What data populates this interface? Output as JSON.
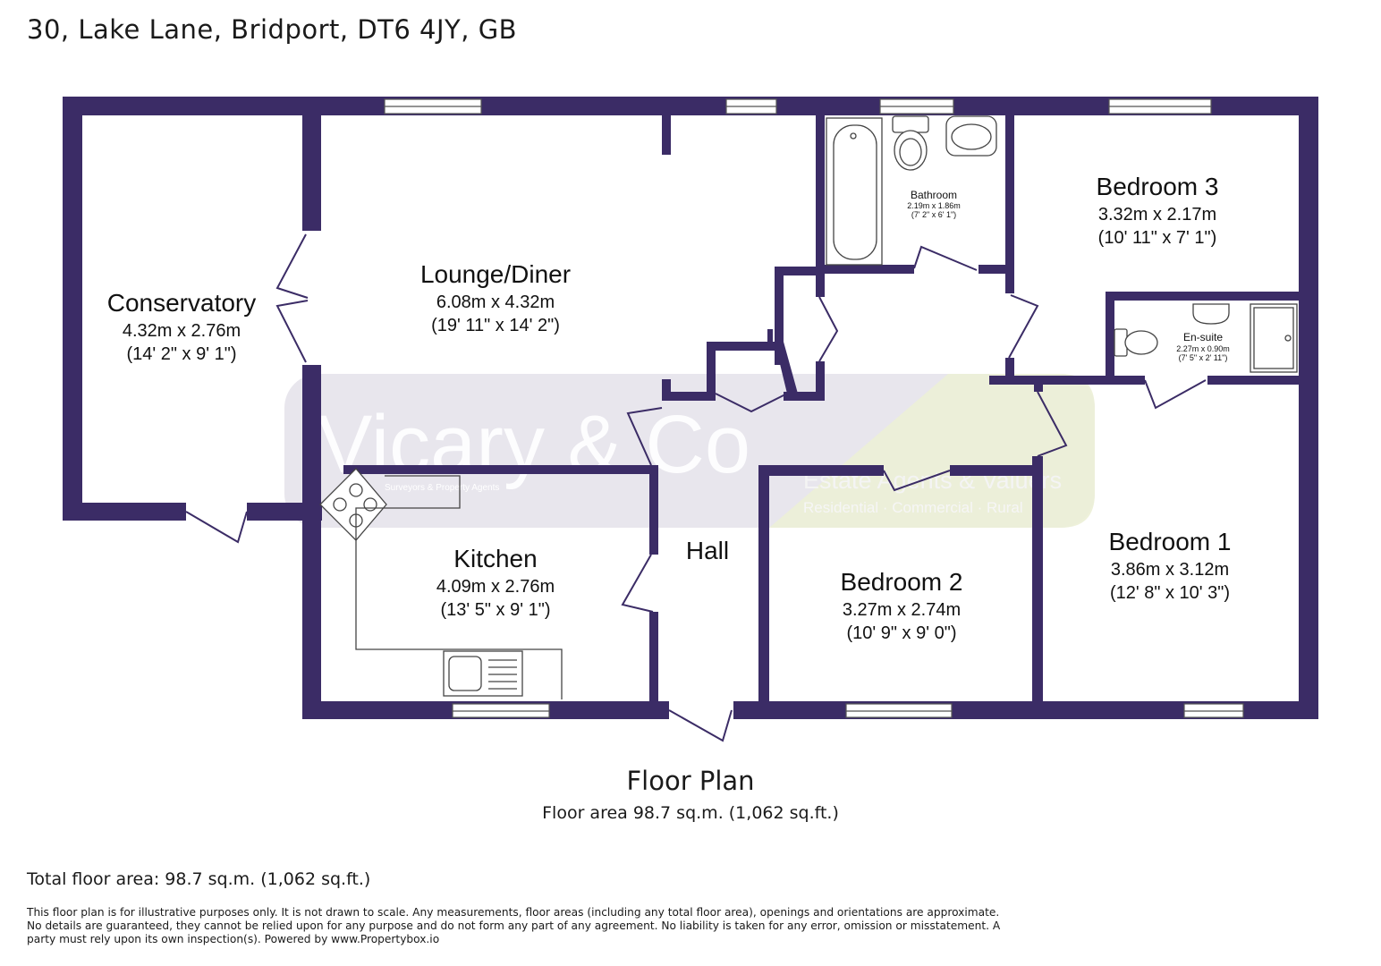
{
  "header": {
    "address": "30, Lake Lane, Bridport, DT6 4JY, GB"
  },
  "colors": {
    "wall": "#3b2c66",
    "fixture": "#444444",
    "watermark_band": "#e4e2ea",
    "watermark_accent": "#ecf0d6"
  },
  "watermark": {
    "brand": "Vicary & Co",
    "tagline": "Estate Agents & Valuers",
    "sub": "Residential · Commercial · Rural",
    "small": "Surveyors & Property Agents"
  },
  "rooms": {
    "conservatory": {
      "name": "Conservatory",
      "metric": "4.32m x 2.76m",
      "imperial": "(14' 2\" x 9' 1\")"
    },
    "lounge": {
      "name": "Lounge/Diner",
      "metric": "6.08m x 4.32m",
      "imperial": "(19' 11\" x 14' 2\")"
    },
    "bathroom": {
      "name": "Bathroom",
      "metric": "2.19m x 1.86m",
      "imperial": "(7' 2\" x 6' 1\")"
    },
    "bedroom3": {
      "name": "Bedroom 3",
      "metric": "3.32m x 2.17m",
      "imperial": "(10' 11\" x 7' 1\")"
    },
    "ensuite": {
      "name": "En-suite",
      "metric": "2.27m x 0.90m",
      "imperial": "(7' 5\" x 2' 11\")"
    },
    "kitchen": {
      "name": "Kitchen",
      "metric": "4.09m x 2.76m",
      "imperial": "(13' 5\" x 9' 1\")"
    },
    "hall": {
      "name": "Hall"
    },
    "bedroom2": {
      "name": "Bedroom 2",
      "metric": "3.27m x 2.74m",
      "imperial": "(10' 9\" x 9' 0\")"
    },
    "bedroom1": {
      "name": "Bedroom 1",
      "metric": "3.86m x 3.12m",
      "imperial": "(12' 8\" x 10' 3\")"
    }
  },
  "plan": {
    "title": "Floor Plan",
    "area": "Floor area 98.7 sq.m. (1,062 sq.ft.)"
  },
  "footer": {
    "total": "Total floor area: 98.7 sq.m. (1,062 sq.ft.)",
    "disclaimer": "This floor plan is for illustrative purposes only. It is not drawn to scale. Any measurements, floor areas (including any total floor area), openings and orientations are approximate. No details are guaranteed, they cannot be relied upon for any purpose and do not form any part of any agreement. No liability is taken for any error, omission or misstatement. A party must rely upon its own inspection(s). Powered by www.Propertybox.io"
  }
}
